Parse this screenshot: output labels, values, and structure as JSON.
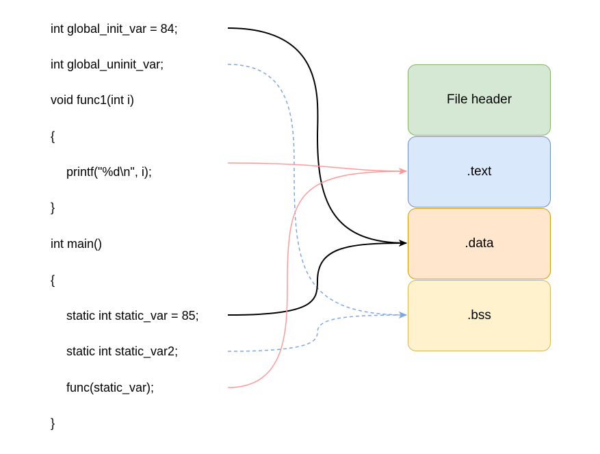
{
  "code": {
    "line1": "int global_init_var = 84;",
    "line2": "int global_uninit_var;",
    "line3": "void func1(int i)",
    "line4": "{",
    "line5": "printf(\"%d\\n\", i);",
    "line6": "}",
    "line7": "int main()",
    "line8": "{",
    "line9": "static int static_var = 85;",
    "line10": "static int static_var2;",
    "line11": "func(static_var);",
    "line12": "}"
  },
  "sections": {
    "file_header": {
      "label": "File header",
      "fill": "#d5e8d4",
      "stroke": "#82b366"
    },
    "text": {
      "label": ".text",
      "fill": "#dae8fc",
      "stroke": "#6c8ebf"
    },
    "data": {
      "label": ".data",
      "fill": "#ffe6cc",
      "stroke": "#d79b00"
    },
    "bss": {
      "label": ".bss",
      "fill": "#fff2cc",
      "stroke": "#d6b656"
    }
  },
  "arrow_colors": {
    "code_to_text": "#ff9999",
    "init_to_data": "#000000",
    "uninit_to_bss": "#7ea6e0"
  }
}
